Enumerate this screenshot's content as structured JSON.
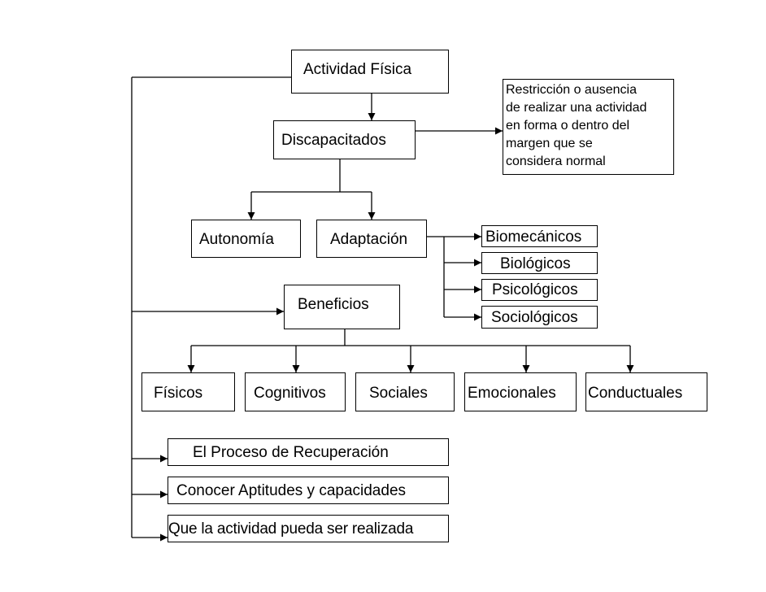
{
  "nodes": {
    "actividad_fisica": "Actividad Física",
    "discapacitados": "Discapacitados",
    "definicion": [
      "Restricción o ausencia",
      "de realizar una actividad",
      "en forma o dentro del",
      "margen que se",
      "considera normal"
    ],
    "autonomia": "Autonomía",
    "adaptacion": "Adaptación",
    "factores": [
      "Biomecánicos",
      "Biológicos",
      "Psicológicos",
      "Sociológicos"
    ],
    "beneficios": "Beneficios",
    "tipos_beneficios": [
      "Físicos",
      "Cognitivos",
      "Sociales",
      "Emocionales",
      "Conductuales"
    ],
    "objetivos": [
      "El Proceso de Recuperación",
      "Conocer Aptitudes y capacidades",
      "Que la actividad pueda ser realizada"
    ]
  }
}
